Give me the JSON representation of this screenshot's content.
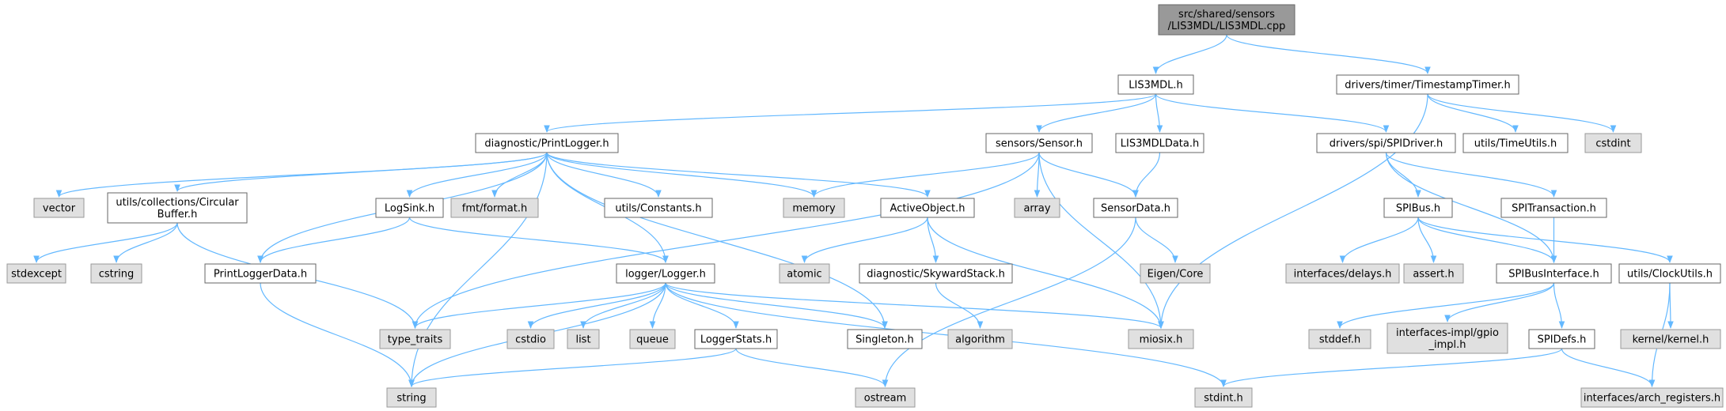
{
  "graph": {
    "colors": {
      "edge": "#63b8ff",
      "root_fill": "#999999",
      "local_fill": "#ffffff",
      "external_fill": "#e0e0e0",
      "border": "#666666"
    },
    "nodes": [
      {
        "id": "root",
        "lines": [
          "src/shared/sensors",
          "/LIS3MDL/LIS3MDL.cpp"
        ],
        "kind": "root"
      },
      {
        "id": "lis3mdl_h",
        "lines": [
          "LIS3MDL.h"
        ],
        "kind": "local"
      },
      {
        "id": "timestamptimer",
        "lines": [
          "drivers/timer/TimestampTimer.h"
        ],
        "kind": "local"
      },
      {
        "id": "printlogger",
        "lines": [
          "diagnostic/PrintLogger.h"
        ],
        "kind": "local"
      },
      {
        "id": "sensor",
        "lines": [
          "sensors/Sensor.h"
        ],
        "kind": "local"
      },
      {
        "id": "lis3mdldata",
        "lines": [
          "LIS3MDLData.h"
        ],
        "kind": "local"
      },
      {
        "id": "spidriver",
        "lines": [
          "drivers/spi/SPIDriver.h"
        ],
        "kind": "local"
      },
      {
        "id": "timeutils",
        "lines": [
          "utils/TimeUtils.h"
        ],
        "kind": "local"
      },
      {
        "id": "cstdint",
        "lines": [
          "cstdint"
        ],
        "kind": "external"
      },
      {
        "id": "vector",
        "lines": [
          "vector"
        ],
        "kind": "external"
      },
      {
        "id": "circularbuffer",
        "lines": [
          "utils/collections/Circular",
          "Buffer.h"
        ],
        "kind": "local"
      },
      {
        "id": "logsink",
        "lines": [
          "LogSink.h"
        ],
        "kind": "local"
      },
      {
        "id": "fmt",
        "lines": [
          "fmt/format.h"
        ],
        "kind": "external"
      },
      {
        "id": "constants",
        "lines": [
          "utils/Constants.h"
        ],
        "kind": "local"
      },
      {
        "id": "memory",
        "lines": [
          "memory"
        ],
        "kind": "external"
      },
      {
        "id": "activeobject",
        "lines": [
          "ActiveObject.h"
        ],
        "kind": "local"
      },
      {
        "id": "array",
        "lines": [
          "array"
        ],
        "kind": "external"
      },
      {
        "id": "sensordata",
        "lines": [
          "SensorData.h"
        ],
        "kind": "local"
      },
      {
        "id": "spibus",
        "lines": [
          "SPIBus.h"
        ],
        "kind": "local"
      },
      {
        "id": "spitransaction",
        "lines": [
          "SPITransaction.h"
        ],
        "kind": "local"
      },
      {
        "id": "stdexcept",
        "lines": [
          "stdexcept"
        ],
        "kind": "external"
      },
      {
        "id": "cstring",
        "lines": [
          "cstring"
        ],
        "kind": "external"
      },
      {
        "id": "printloggerdata",
        "lines": [
          "PrintLoggerData.h"
        ],
        "kind": "local"
      },
      {
        "id": "logger",
        "lines": [
          "logger/Logger.h"
        ],
        "kind": "local"
      },
      {
        "id": "atomic",
        "lines": [
          "atomic"
        ],
        "kind": "external"
      },
      {
        "id": "skywardstack",
        "lines": [
          "diagnostic/SkywardStack.h"
        ],
        "kind": "local"
      },
      {
        "id": "eigencore",
        "lines": [
          "Eigen/Core"
        ],
        "kind": "external"
      },
      {
        "id": "delays",
        "lines": [
          "interfaces/delays.h"
        ],
        "kind": "external"
      },
      {
        "id": "assert",
        "lines": [
          "assert.h"
        ],
        "kind": "external"
      },
      {
        "id": "spibusinterface",
        "lines": [
          "SPIBusInterface.h"
        ],
        "kind": "local"
      },
      {
        "id": "clockutils",
        "lines": [
          "utils/ClockUtils.h"
        ],
        "kind": "local"
      },
      {
        "id": "type_traits",
        "lines": [
          "type_traits"
        ],
        "kind": "external"
      },
      {
        "id": "cstdio",
        "lines": [
          "cstdio"
        ],
        "kind": "external"
      },
      {
        "id": "list",
        "lines": [
          "list"
        ],
        "kind": "external"
      },
      {
        "id": "queue",
        "lines": [
          "queue"
        ],
        "kind": "external"
      },
      {
        "id": "loggerstats",
        "lines": [
          "LoggerStats.h"
        ],
        "kind": "local"
      },
      {
        "id": "singleton",
        "lines": [
          "Singleton.h"
        ],
        "kind": "local"
      },
      {
        "id": "algorithm",
        "lines": [
          "algorithm"
        ],
        "kind": "external"
      },
      {
        "id": "miosix",
        "lines": [
          "miosix.h"
        ],
        "kind": "external"
      },
      {
        "id": "stddef",
        "lines": [
          "stddef.h"
        ],
        "kind": "external"
      },
      {
        "id": "gpio_impl",
        "lines": [
          "interfaces-impl/gpio",
          "_impl.h"
        ],
        "kind": "external"
      },
      {
        "id": "spidefs",
        "lines": [
          "SPIDefs.h"
        ],
        "kind": "local"
      },
      {
        "id": "kernel",
        "lines": [
          "kernel/kernel.h"
        ],
        "kind": "external"
      },
      {
        "id": "string",
        "lines": [
          "string"
        ],
        "kind": "external"
      },
      {
        "id": "ostream",
        "lines": [
          "ostream"
        ],
        "kind": "external"
      },
      {
        "id": "stdint",
        "lines": [
          "stdint.h"
        ],
        "kind": "external"
      },
      {
        "id": "arch_registers",
        "lines": [
          "interfaces/arch_registers.h"
        ],
        "kind": "external"
      }
    ],
    "edges": [
      [
        "root",
        "lis3mdl_h"
      ],
      [
        "root",
        "timestamptimer"
      ],
      [
        "lis3mdl_h",
        "printlogger"
      ],
      [
        "lis3mdl_h",
        "sensor"
      ],
      [
        "lis3mdl_h",
        "lis3mdldata"
      ],
      [
        "lis3mdl_h",
        "spidriver"
      ],
      [
        "timestamptimer",
        "miosix"
      ],
      [
        "timestamptimer",
        "timeutils"
      ],
      [
        "timestamptimer",
        "cstdint"
      ],
      [
        "printlogger",
        "vector"
      ],
      [
        "printlogger",
        "circularbuffer"
      ],
      [
        "printlogger",
        "logsink"
      ],
      [
        "printlogger",
        "fmt"
      ],
      [
        "printlogger",
        "constants"
      ],
      [
        "printlogger",
        "memory"
      ],
      [
        "printlogger",
        "activeobject"
      ],
      [
        "printlogger",
        "printloggerdata"
      ],
      [
        "printlogger",
        "logger"
      ],
      [
        "printlogger",
        "string"
      ],
      [
        "printlogger",
        "singleton"
      ],
      [
        "sensor",
        "memory"
      ],
      [
        "sensor",
        "array"
      ],
      [
        "sensor",
        "sensordata"
      ],
      [
        "sensor",
        "type_traits"
      ],
      [
        "sensor",
        "miosix"
      ],
      [
        "lis3mdldata",
        "sensordata"
      ],
      [
        "spidriver",
        "spibus"
      ],
      [
        "spidriver",
        "spitransaction"
      ],
      [
        "spidriver",
        "spibusinterface"
      ],
      [
        "circularbuffer",
        "stdexcept"
      ],
      [
        "circularbuffer",
        "cstring"
      ],
      [
        "circularbuffer",
        "type_traits"
      ],
      [
        "logsink",
        "printloggerdata"
      ],
      [
        "logsink",
        "logger"
      ],
      [
        "activeobject",
        "atomic"
      ],
      [
        "activeobject",
        "skywardstack"
      ],
      [
        "activeobject",
        "miosix"
      ],
      [
        "sensordata",
        "eigencore"
      ],
      [
        "sensordata",
        "ostream"
      ],
      [
        "spibus",
        "delays"
      ],
      [
        "spibus",
        "assert"
      ],
      [
        "spibus",
        "spibusinterface"
      ],
      [
        "spibus",
        "clockutils"
      ],
      [
        "spitransaction",
        "spibusinterface"
      ],
      [
        "printloggerdata",
        "string"
      ],
      [
        "logger",
        "type_traits"
      ],
      [
        "logger",
        "string"
      ],
      [
        "logger",
        "cstdio"
      ],
      [
        "logger",
        "list"
      ],
      [
        "logger",
        "queue"
      ],
      [
        "logger",
        "loggerstats"
      ],
      [
        "logger",
        "singleton"
      ],
      [
        "logger",
        "miosix"
      ],
      [
        "logger",
        "stdint"
      ],
      [
        "skywardstack",
        "algorithm"
      ],
      [
        "spibusinterface",
        "stddef"
      ],
      [
        "spibusinterface",
        "gpio_impl"
      ],
      [
        "spibusinterface",
        "spidefs"
      ],
      [
        "clockutils",
        "kernel"
      ],
      [
        "clockutils",
        "arch_registers"
      ],
      [
        "loggerstats",
        "string"
      ],
      [
        "loggerstats",
        "ostream"
      ],
      [
        "spidefs",
        "stdint"
      ],
      [
        "spidefs",
        "arch_registers"
      ]
    ]
  }
}
